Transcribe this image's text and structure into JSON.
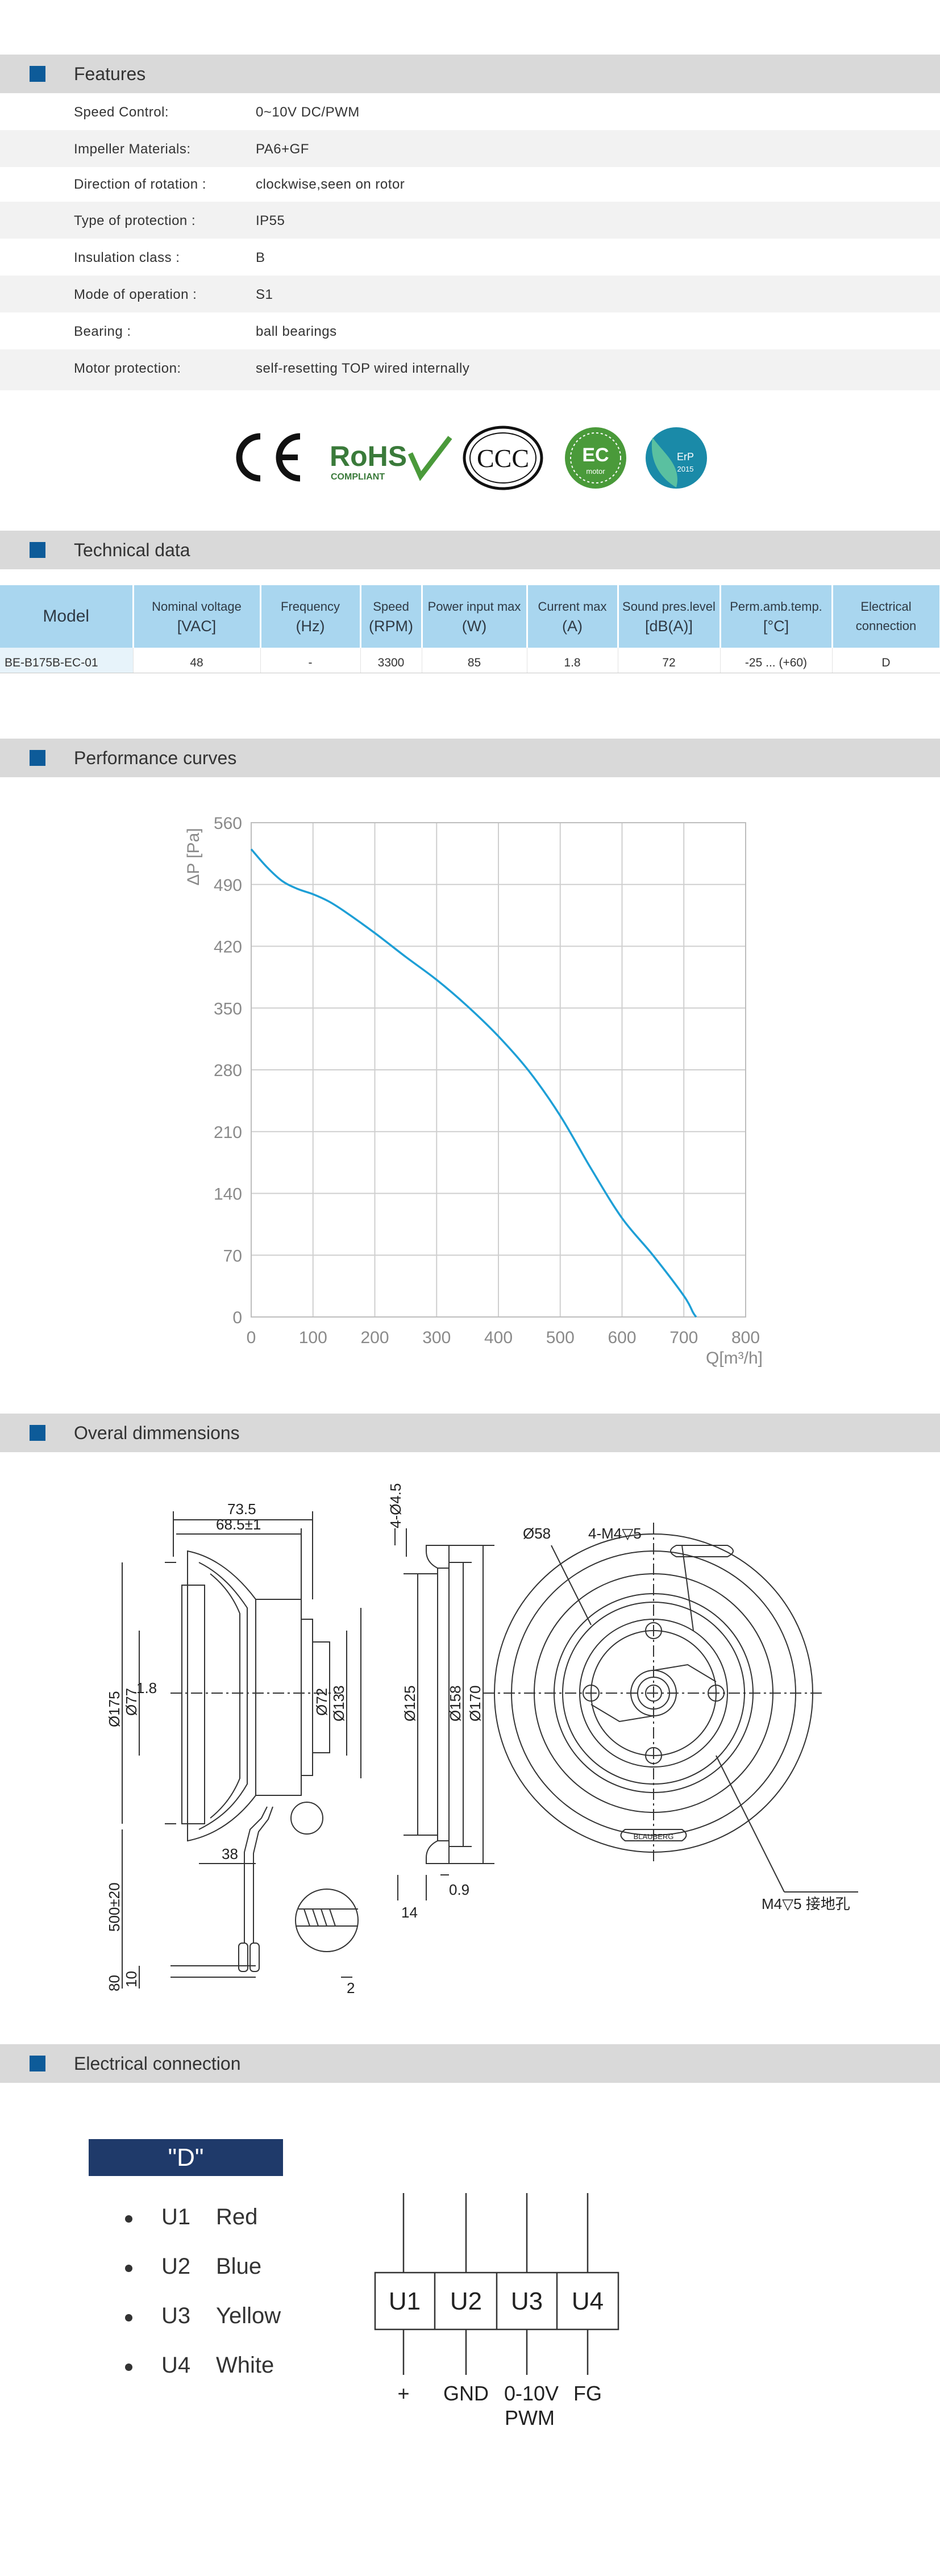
{
  "sections": {
    "features": "Features",
    "technical": "Technical data",
    "performance": "Performance curves",
    "dimensions": "Overal dimmensions",
    "electrical": "Electrical connection"
  },
  "features": [
    {
      "label": "Speed Control:",
      "value": "0~10V DC/PWM"
    },
    {
      "label": "Impeller  Materials:",
      "value": "PA6+GF"
    },
    {
      "label": "Direction  of  rotation  :",
      "value": "clockwise,seen on rotor"
    },
    {
      "label": "Type of protection :",
      "value": "IP55"
    },
    {
      "label": "Insulation  class :",
      "value": "B"
    },
    {
      "label": "Mode of operation :",
      "value": "S1"
    },
    {
      "label": "Bearing :",
      "value": "ball  bearings"
    },
    {
      "label": "Motor protection:",
      "value": "self-resetting TOP wired internally"
    }
  ],
  "certs": {
    "ce": "CE",
    "rohs": "RoHS",
    "rohs_sub": "COMPLIANT",
    "ccc": "CCC",
    "ec": "EC",
    "ec_sub": "motor",
    "erp": "ErP",
    "erp_year": "2015"
  },
  "tech_table": {
    "headers": [
      {
        "l1": "Model",
        "l2": ""
      },
      {
        "l1": "Nominal  voltage",
        "l2": "[VAC]"
      },
      {
        "l1": "Frequency",
        "l2": "(Hz)"
      },
      {
        "l1": "Speed",
        "l2": "(RPM)"
      },
      {
        "l1": "Power input max",
        "l2": "(W)"
      },
      {
        "l1": "Current  max",
        "l2": "(A)"
      },
      {
        "l1": "Sound pres.level",
        "l2": "[dB(A)]"
      },
      {
        "l1": "Perm.amb.temp.",
        "l2": "[°C]"
      },
      {
        "l1": "Electrical",
        "l2": "connection"
      }
    ],
    "row": [
      "BE-B175B-EC-01",
      "48",
      "-",
      "3300",
      "85",
      "1.8",
      "72",
      "-25 ... (+60)",
      "D"
    ]
  },
  "chart_data": {
    "type": "line",
    "ylabel": "ΔP [Pa]",
    "xlabel": "Q[m³/h]",
    "xlim": [
      0,
      800
    ],
    "ylim": [
      0,
      560
    ],
    "xticks": [
      0,
      100,
      200,
      300,
      400,
      500,
      600,
      700,
      800
    ],
    "yticks": [
      0,
      70,
      140,
      210,
      280,
      350,
      420,
      490,
      560
    ],
    "grid": true,
    "color": "#1e9fd6",
    "series": [
      {
        "x": [
          0,
          25,
          50,
          75,
          100,
          125,
          150,
          200,
          250,
          300,
          350,
          400,
          450,
          500,
          550,
          600,
          650,
          700,
          715,
          720
        ],
        "values": [
          530,
          510,
          494,
          485,
          479,
          471,
          460,
          435,
          408,
          382,
          352,
          318,
          278,
          228,
          168,
          112,
          70,
          24,
          5,
          0
        ]
      }
    ]
  },
  "dimensions": {
    "d73_5": "73.5",
    "d68_5": "68.5±1",
    "d4_45": "4-Ø4.5",
    "d1_8": "1.8",
    "d175": "Ø175",
    "d77": "Ø77",
    "d72": "Ø72",
    "d133": "Ø133",
    "d125": "Ø125",
    "d158": "Ø158",
    "d170": "Ø170",
    "d500": "500±20",
    "d38": "38",
    "d80": "80",
    "d10": "10",
    "d14": "14",
    "d0_9": "0.9",
    "d2": "2",
    "d58": "Ø58",
    "dm4_5": "4-M4▽5",
    "dm4_ground": "M4▽5  接地孔",
    "rotor_label": "BLAUBERG"
  },
  "electrical": {
    "badge": "\"D\"",
    "wires": [
      {
        "code": "U1",
        "color": "Red"
      },
      {
        "code": "U2",
        "color": "Blue"
      },
      {
        "code": "U3",
        "color": "Yellow"
      },
      {
        "code": "U4",
        "color": "White"
      }
    ],
    "terminals": [
      "U1",
      "U2",
      "U3",
      "U4"
    ],
    "labels": [
      "+",
      "GND",
      "0-10V",
      "PWM",
      "FG"
    ]
  }
}
